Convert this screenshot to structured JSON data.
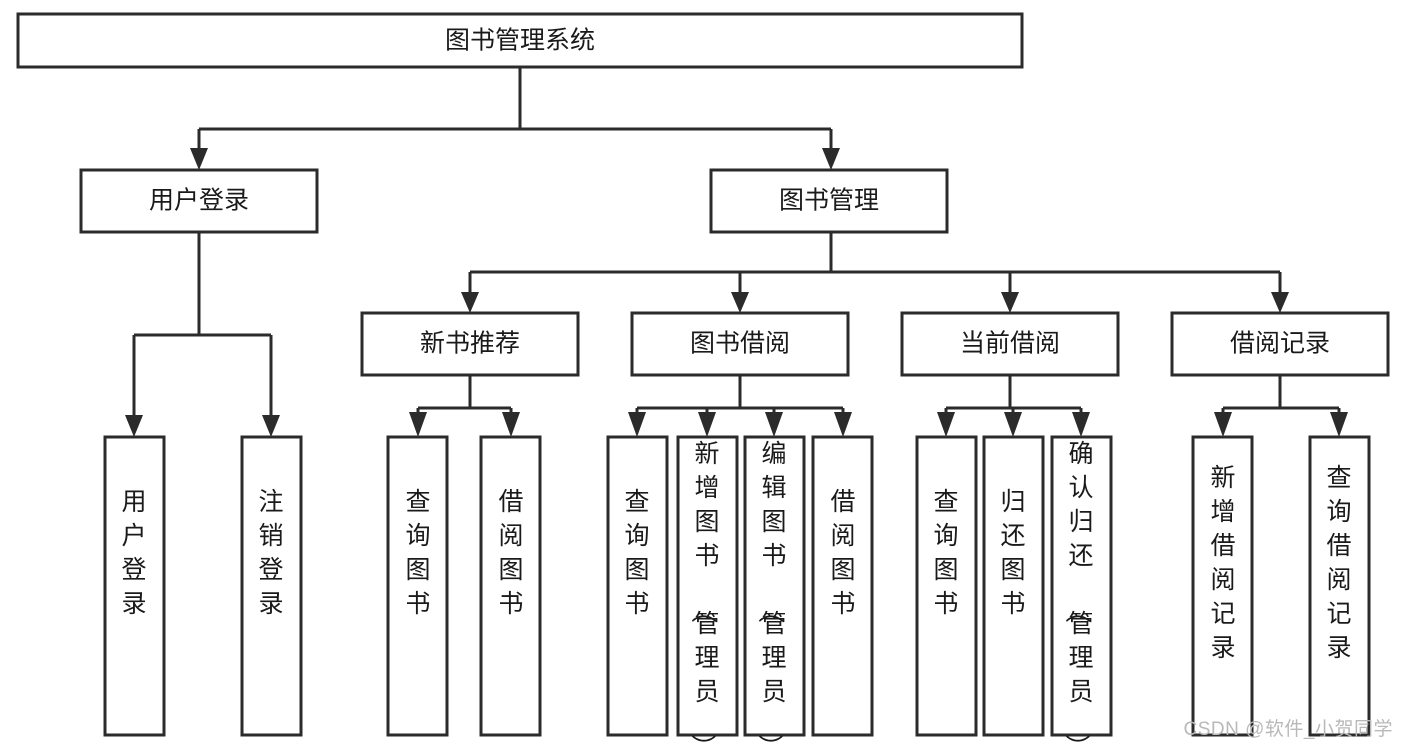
{
  "diagram": {
    "title": "图书管理系统",
    "type": "tree-hierarchy-diagram",
    "watermark": "CSDN @软件_小贺同学",
    "colors": {
      "background": "#ffffff",
      "stroke": "#2b2b2b",
      "box_fill": "#ffffff",
      "text": "#1a1a1a",
      "watermark": "#b9b9b9"
    },
    "root": {
      "label": "图书管理系统",
      "orientation": "horizontal"
    },
    "level2": [
      {
        "label": "用户登录",
        "orientation": "horizontal"
      },
      {
        "label": "图书管理",
        "orientation": "horizontal"
      }
    ],
    "level3": [
      {
        "label": "新书推荐",
        "orientation": "horizontal"
      },
      {
        "label": "图书借阅",
        "orientation": "horizontal"
      },
      {
        "label": "当前借阅",
        "orientation": "horizontal"
      },
      {
        "label": "借阅记录",
        "orientation": "horizontal"
      }
    ],
    "leaves": {
      "user_login": [
        {
          "label": "用户登录",
          "orientation": "vertical"
        },
        {
          "label": "注销登录",
          "orientation": "vertical"
        }
      ],
      "new_book_recommend": [
        {
          "label": "查询图书",
          "orientation": "vertical"
        },
        {
          "label": "借阅图书",
          "orientation": "vertical"
        }
      ],
      "book_borrow": [
        {
          "label": "查询图书",
          "orientation": "vertical"
        },
        {
          "label": "新增图书（管理员）",
          "orientation": "vertical"
        },
        {
          "label": "编辑图书（管理员）",
          "orientation": "vertical"
        },
        {
          "label": "借阅图书",
          "orientation": "vertical"
        }
      ],
      "current_borrow": [
        {
          "label": "查询图书",
          "orientation": "vertical"
        },
        {
          "label": "归还图书",
          "orientation": "vertical"
        },
        {
          "label": "确认归还（管理员）",
          "orientation": "vertical"
        }
      ],
      "borrow_record": [
        {
          "label": "新增借阅记录",
          "orientation": "vertical"
        },
        {
          "label": "查询借阅记录",
          "orientation": "vertical"
        }
      ]
    }
  }
}
